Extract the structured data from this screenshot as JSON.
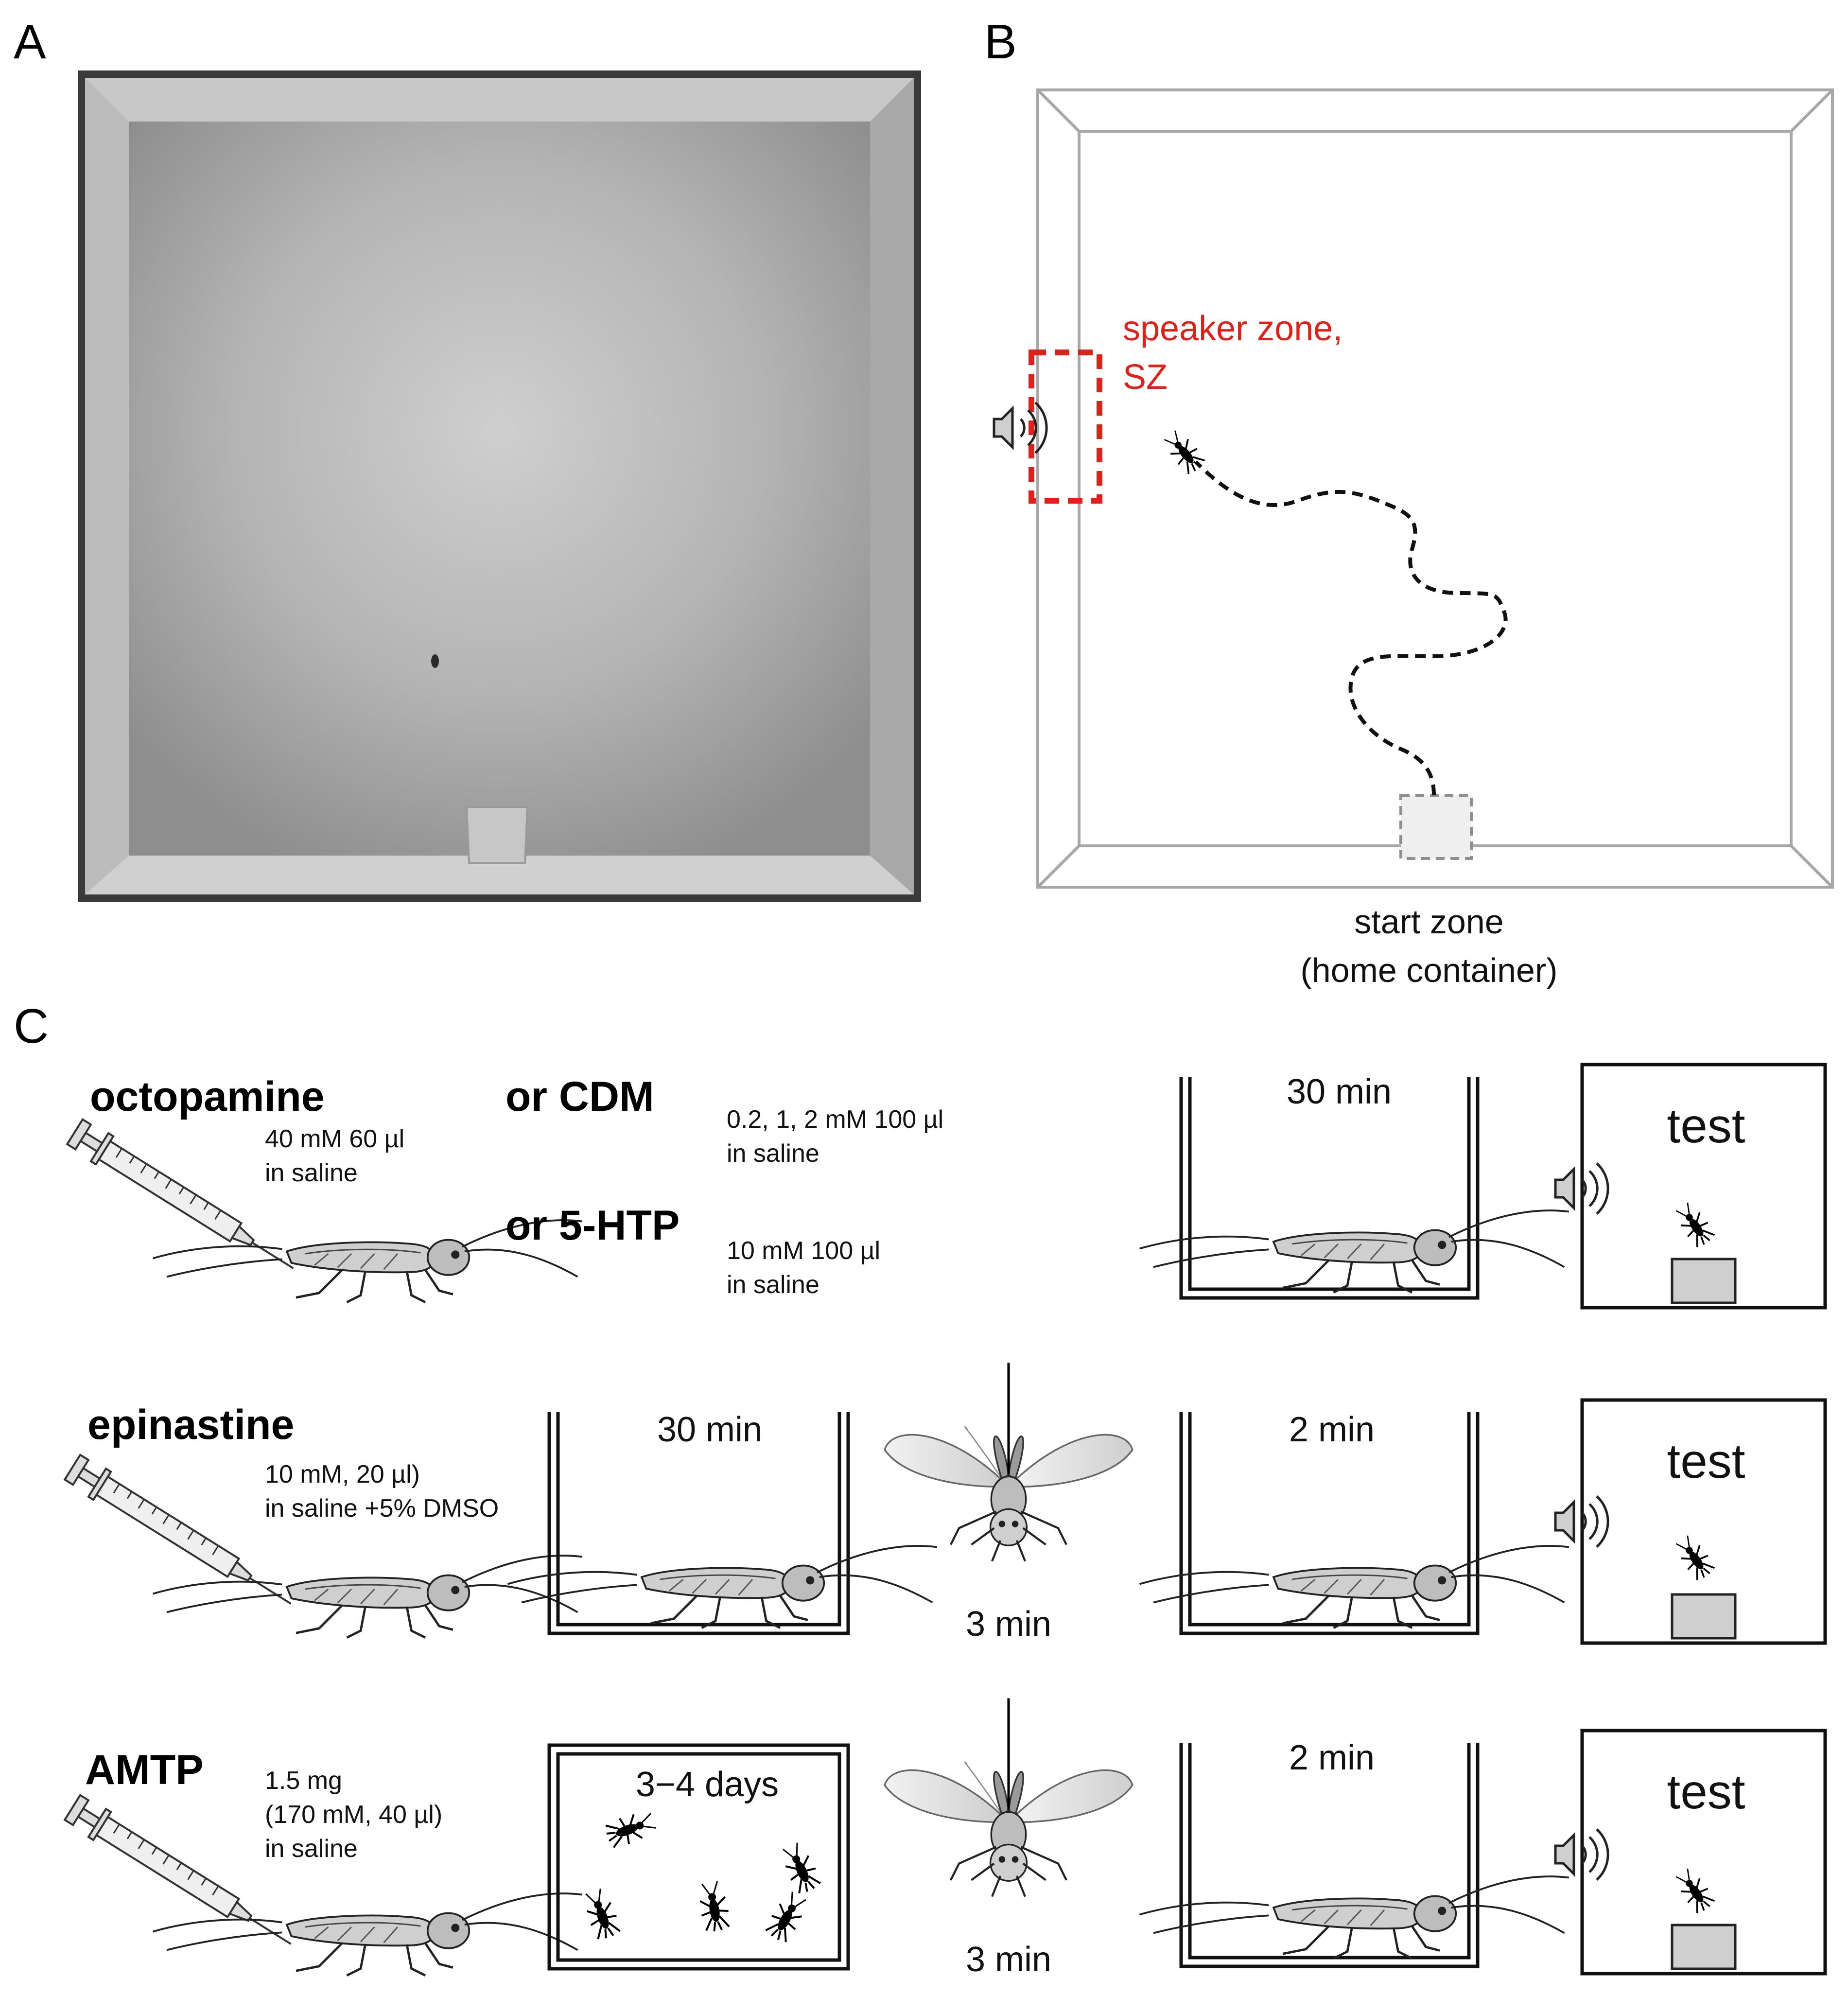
{
  "panels": {
    "a": "A",
    "b": "B",
    "c": "C"
  },
  "arena_diagram": {
    "speaker_zone_line1": "speaker zone,",
    "speaker_zone_line2": "SZ",
    "start_zone_line1": "start zone",
    "start_zone_line2": "(home container)",
    "speaker_zone_color": "#e0201b"
  },
  "protocols": [
    {
      "drug": "octopamine",
      "dose": [
        "40 mM 60 µl",
        "in saline"
      ],
      "alternatives": [
        {
          "drug": "or CDM",
          "dose": [
            "0.2, 1, 2 mM 100 µl",
            "in saline"
          ]
        },
        {
          "drug": "or 5-HTP",
          "dose": [
            "10 mM 100 µl",
            "in saline"
          ]
        }
      ],
      "wait": "30 min",
      "test": "test"
    },
    {
      "drug": "epinastine",
      "dose": [
        "10 mM, 20 µl)",
        "in saline +5% DMSO"
      ],
      "wait": "30 min",
      "flight": "3 min",
      "rest": "2 min",
      "test": "test"
    },
    {
      "drug": "AMTP",
      "dose": [
        "1.5 mg",
        "(170 mM, 40 µl)",
        "in saline"
      ],
      "wait": "3−4 days",
      "flight": "3 min",
      "rest": "2 min",
      "test": "test"
    }
  ]
}
